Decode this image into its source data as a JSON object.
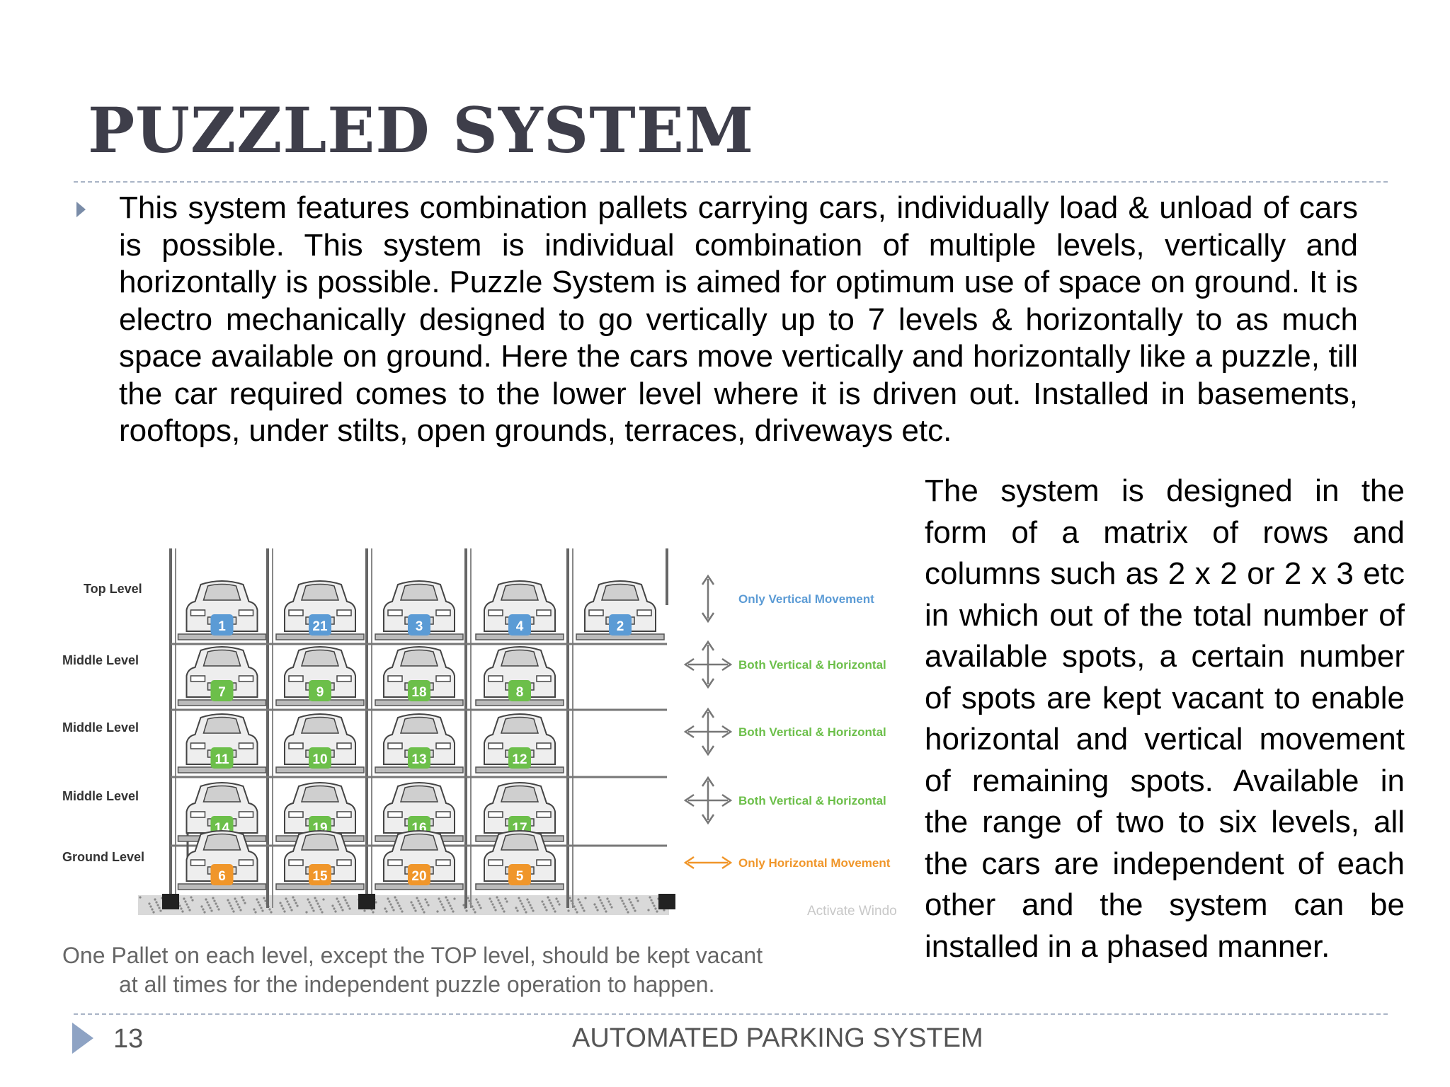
{
  "slide": {
    "title": "PUZZLED SYSTEM",
    "body_text": "This system features combination pallets carrying cars, individually load & unload of cars is possible. This system is individual combination of multiple levels, vertically and horizontally is possible. Puzzle System is aimed for optimum use of space on ground. It is electro mechanically designed to go vertically up to 7 levels & horizontally to as much space available on ground. Here the cars move vertically and horizontally like a puzzle, till the car required comes to the lower level where it is driven out. Installed in basements, rooftops, under stilts, open grounds, terraces, driveways etc.",
    "side_text": "The system is designed in the form of a matrix of rows and columns such as 2 x 2 or 2 x 3 etc in which out of the total number of available spots, a certain number of spots are kept vacant to enable horizontal and vertical movement of remaining spots. Available in the range of two to six levels, all the cars are independent of each other and the system can be installed in a phased manner.",
    "caption_line1": "One Pallet on each level, except the TOP level, should be kept vacant",
    "caption_line2": "at all times for the independent puzzle operation to happen.",
    "page_number": "13",
    "footer_title": "AUTOMATED PARKING SYSTEM"
  },
  "diagram": {
    "levels": [
      {
        "label": "Top Level",
        "movement": "Only Vertical Movement",
        "color": "#5b9bd5",
        "arrow": "vertical",
        "cars": [
          "1",
          "21",
          "3",
          "4",
          "2"
        ]
      },
      {
        "label": "Middle Level",
        "movement": "Both Vertical & Horizontal",
        "color": "#6cbf4a",
        "arrow": "both",
        "cars": [
          "7",
          "9",
          "18",
          "8",
          ""
        ]
      },
      {
        "label": "Middle Level",
        "movement": "Both Vertical & Horizontal",
        "color": "#6cbf4a",
        "arrow": "both",
        "cars": [
          "11",
          "10",
          "13",
          "12",
          ""
        ]
      },
      {
        "label": "Middle Level",
        "movement": "Both Vertical & Horizontal",
        "color": "#6cbf4a",
        "arrow": "both",
        "cars": [
          "14",
          "19",
          "16",
          "17",
          ""
        ]
      },
      {
        "label": "Ground Level",
        "movement": "Only Horizontal Movement",
        "color": "#f0962a",
        "arrow": "horizontal",
        "cars": [
          "6",
          "15",
          "20",
          "5",
          ""
        ]
      }
    ],
    "watermark": "Activate Windo"
  }
}
